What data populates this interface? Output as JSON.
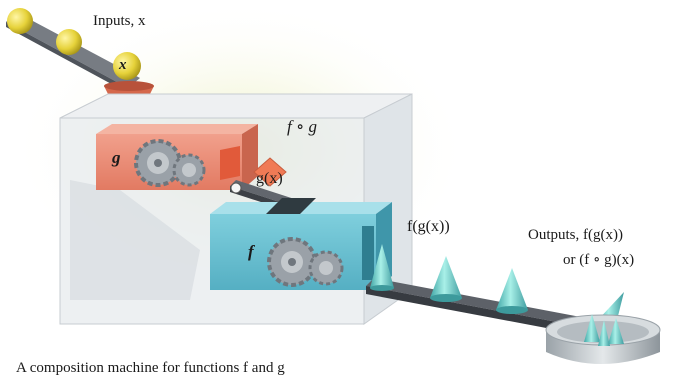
{
  "labels": {
    "inputs": "Inputs, x",
    "ball_x": "x",
    "composite": "f ∘ g",
    "g_machine": "g",
    "g_of_x": "g(x)",
    "f_machine": "f",
    "f_of_g_of_x": "f(g(x))",
    "outputs_line1": "Outputs, f(g(x))",
    "outputs_line2": "or (f ∘ g)(x)"
  },
  "caption": "A composition machine for functions f and g",
  "colors": {
    "ball": "#e6d23a",
    "hopper": "#d5684c",
    "g_machine": "#e8816a",
    "f_machine": "#5fb9cc",
    "cone": "#6fd0c8",
    "belt": "#4a4d55",
    "box_glass": "#dde3e8",
    "gear": "#9aa1a8"
  }
}
